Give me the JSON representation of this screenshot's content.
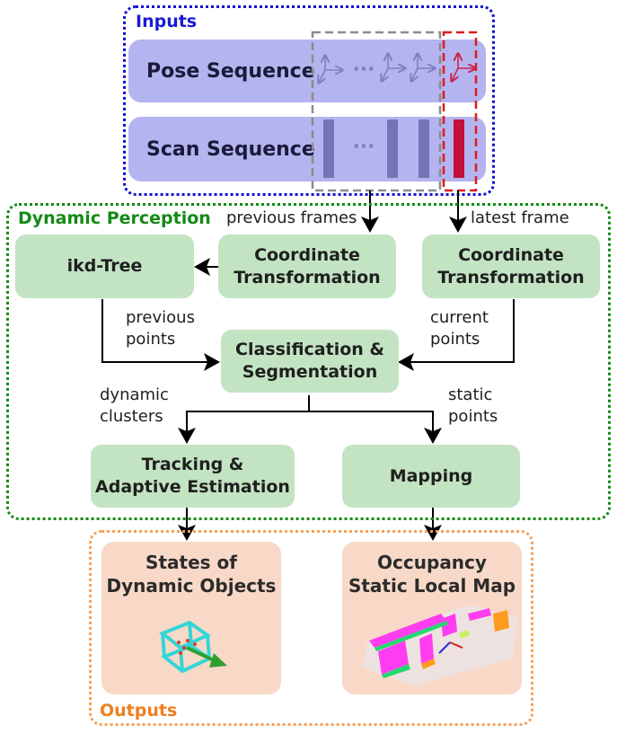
{
  "inputs": {
    "title": "Inputs",
    "pose_label": "Pose Sequence",
    "scan_label": "Scan Sequence",
    "ellipsis": "···"
  },
  "perception": {
    "title": "Dynamic Perception",
    "ikd_tree": "ikd-Tree",
    "coord_left": [
      "Coordinate",
      "Transformation"
    ],
    "coord_right": [
      "Coordinate",
      "Transformation"
    ],
    "classification": [
      "Classification &",
      "Segmentation"
    ],
    "tracking": [
      "Tracking &",
      "Adaptive Estimation"
    ],
    "mapping": "Mapping",
    "notes": {
      "previous_frames": "previous frames",
      "latest_frame": "latest frame",
      "previous_points": [
        "previous",
        "points"
      ],
      "current_points": [
        "current",
        "points"
      ],
      "dynamic_clusters": [
        "dynamic",
        "clusters"
      ],
      "static_points": [
        "static",
        "points"
      ]
    }
  },
  "outputs": {
    "title": "Outputs",
    "dynamic_objects": [
      "States of",
      "Dynamic Objects"
    ],
    "static_map": [
      "Occupancy",
      "Static Local Map"
    ]
  },
  "colors": {
    "inputs_frame": "#1010d0",
    "inputs_title": "#1a1ad6",
    "perception_frame": "#138a13",
    "perception_title": "#138a13",
    "outputs_frame": "#f5a05a",
    "outputs_title": "#f07f1e",
    "sequence_fill": "#b4b4f0",
    "process_fill": "#c3e4c3",
    "output_fill": "#f8d9c8",
    "previous_bracket": "#8c8c8c",
    "latest_bracket": "#dd1c1c",
    "scan_bar": "#7575b5",
    "latest_scan_bar": "#c4103a"
  }
}
